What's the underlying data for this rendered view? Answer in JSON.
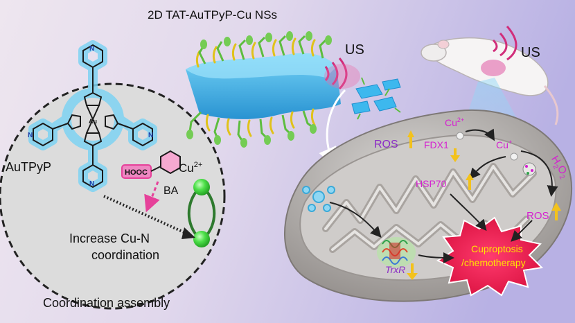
{
  "title": "2D TAT-AuTPyP-Cu NSs",
  "us_label_1": "US",
  "us_label_2": "US",
  "molecule": {
    "name": "AuTPyP",
    "center_atom": "Au",
    "nitrogen": "N"
  },
  "ba": {
    "group": "HOOC",
    "name": "BA"
  },
  "cu_label": {
    "base": "Cu",
    "charge": "2+"
  },
  "coordination_line_1": "Increase Cu-N",
  "coordination_line_2": "coordination",
  "bottom_caption": "Coordination assembly",
  "ros_left": "ROS",
  "ros_right": "ROS",
  "cu2_pathway": {
    "base": "Cu",
    "charge": "2+"
  },
  "cu1_pathway": {
    "base": "Cu",
    "charge": "+"
  },
  "fdx1": "FDX1",
  "hsp70": "HSP70",
  "h2o2": {
    "h": "H",
    "sub1": "2",
    "o": "O",
    "sub2": "2"
  },
  "trxr": "TrxR",
  "outcome_line_1": "Cuproptosis",
  "outcome_line_2": "/chemotherapy",
  "colors": {
    "bg_left": "#ece3ee",
    "bg_right": "#bdb6e6",
    "nanosheet": "#35b6ee",
    "molecule_glow": "#7fd3f3",
    "ba_pink": "#e6419a",
    "cu_sphere": "#3cd33c",
    "magenta_text": "#d51fd0",
    "purple_text": "#8b2cc6",
    "arrow_yellow": "#f3c21c",
    "burst_red": "#ea1b52",
    "burst_text": "#ffe500",
    "mito_gray": "#b9b5b2"
  }
}
